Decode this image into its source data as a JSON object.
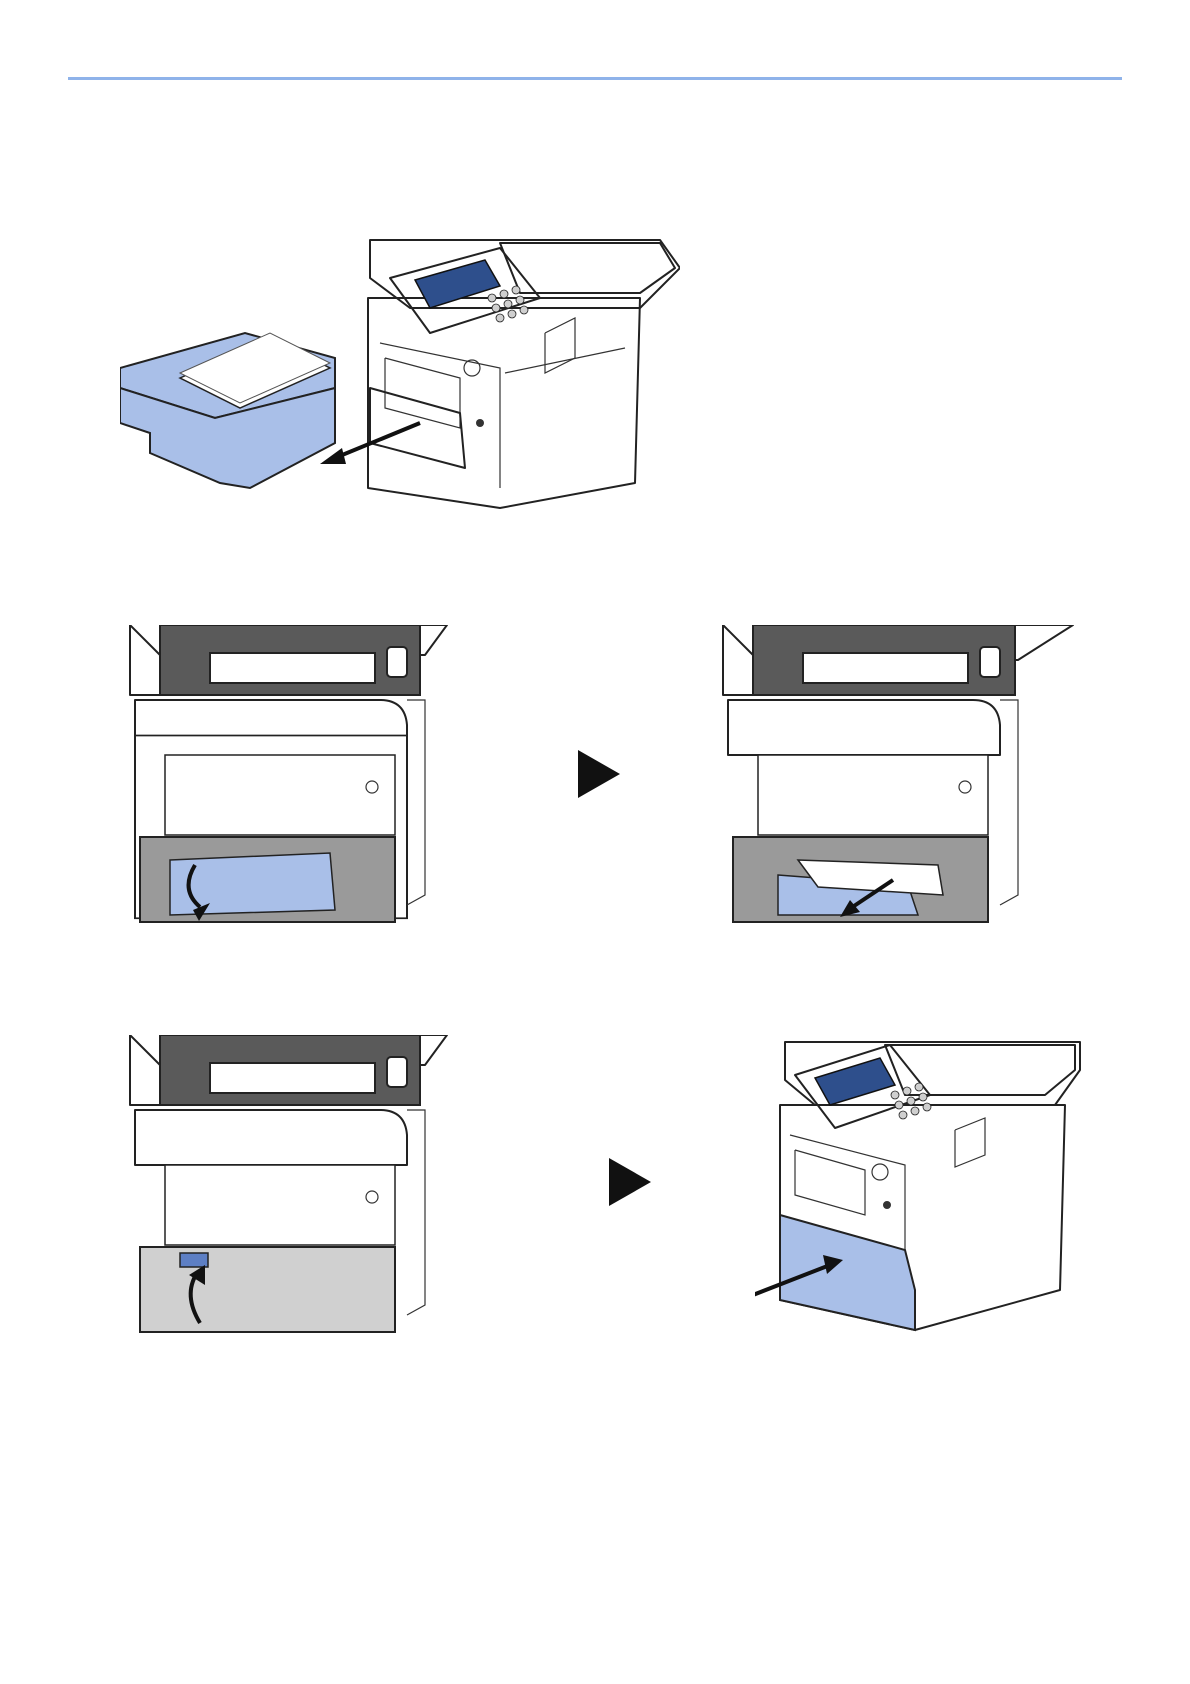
{
  "colors": {
    "rule": "#8fb3ea",
    "highlight": "#a9bfe8",
    "highlight_dark": "#5d7fc4",
    "body_white": "#ffffff",
    "body_gray": "#8a8a8a",
    "dark_gray": "#4a4a4a",
    "panel_blue": "#2e4f8c",
    "arrow": "#111111"
  },
  "illustrations": [
    {
      "id": "step-pull-out-cassette",
      "icon": "printer-cassette-pull-out-icon"
    },
    {
      "id": "step-open-inner-cover",
      "icon": "inner-cover-open-icon"
    },
    {
      "id": "step-remove-jammed-paper",
      "icon": "remove-jammed-paper-icon"
    },
    {
      "id": "step-close-inner-cover",
      "icon": "inner-cover-close-icon"
    },
    {
      "id": "step-push-in-cassette",
      "icon": "printer-cassette-push-in-icon"
    }
  ],
  "step_arrows": [
    "next-step-arrow-icon",
    "next-step-arrow-icon"
  ]
}
